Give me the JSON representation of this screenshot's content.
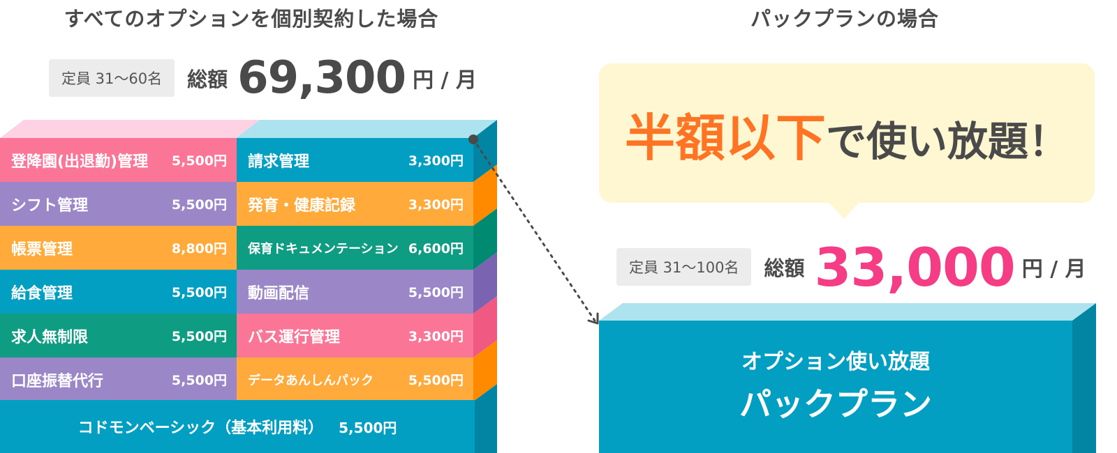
{
  "left": {
    "heading": "すべてのオプションを個別契約した場合",
    "capacity": "定員 31〜60名",
    "total_label": "総額",
    "total_amount": "69,300",
    "unit": "円 / 月",
    "items_left": [
      {
        "name": "登降園(出退勤)管理",
        "price": "5,500円"
      },
      {
        "name": "シフト管理",
        "price": "5,500円"
      },
      {
        "name": "帳票管理",
        "price": "8,800円"
      },
      {
        "name": "給食管理",
        "price": "5,500円"
      },
      {
        "name": "求人無制限",
        "price": "5,500円"
      },
      {
        "name": "口座振替代行",
        "price": "5,500円"
      }
    ],
    "items_right": [
      {
        "name": "請求管理",
        "price": "3,300円"
      },
      {
        "name": "発育・健康記録",
        "price": "3,300円"
      },
      {
        "name": "保育ドキュメンテーション",
        "price": "6,600円"
      },
      {
        "name": "動画配信",
        "price": "5,500円"
      },
      {
        "name": "バス運行管理",
        "price": "3,300円"
      },
      {
        "name": "データあんしんパック",
        "price": "5,500円"
      }
    ],
    "base": {
      "name": "コドモンベーシック（基本利用料）",
      "price": "5,500円"
    }
  },
  "right": {
    "heading": "パックプランの場合",
    "bubble_highlight": "半額以下",
    "bubble_rest": "で使い放題！",
    "capacity": "定員 31〜100名",
    "total_label": "総額",
    "total_amount": "33,000",
    "unit": "円 / 月",
    "pack_sub": "オプション使い放題",
    "pack_main": "パックプラン"
  },
  "colors": {
    "pink": "#fb7597",
    "purple": "#9b86c8",
    "orange": "#ffaa3b",
    "teal": "#039fc2",
    "green": "#0e9d83",
    "amount_pink": "#f53d86",
    "highlight_orange": "#fd7524",
    "bubble_bg": "#fff7d1"
  }
}
